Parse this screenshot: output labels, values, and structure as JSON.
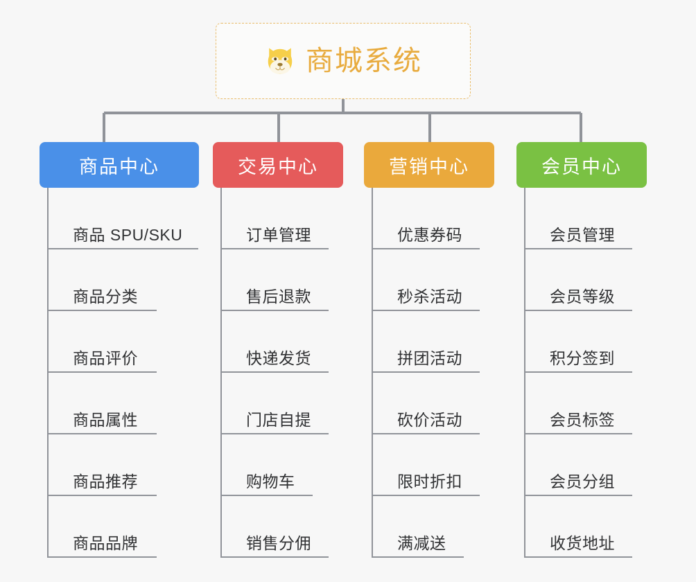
{
  "background_color": "#f7f7f7",
  "root": {
    "title": "商城系统",
    "icon": "dog-face-icon",
    "text_color": "#e8ab3e",
    "border_color": "#e9bc6a",
    "fill_color": "#fbfbfa"
  },
  "connector_color": "#909399",
  "branches": [
    {
      "label": "商品中心",
      "color": "#4a90e8",
      "items": [
        "商品 SPU/SKU",
        "商品分类",
        "商品评价",
        "商品属性",
        "商品推荐",
        "商品品牌"
      ]
    },
    {
      "label": "交易中心",
      "color": "#e55b5b",
      "items": [
        "订单管理",
        "售后退款",
        "快递发货",
        "门店自提",
        "购物车",
        "销售分佣"
      ]
    },
    {
      "label": "营销中心",
      "color": "#eaa93c",
      "items": [
        "优惠券码",
        "秒杀活动",
        "拼团活动",
        "砍价活动",
        "限时折扣",
        "满减送"
      ]
    },
    {
      "label": "会员中心",
      "color": "#7ac143",
      "items": [
        "会员管理",
        "会员等级",
        "积分签到",
        "会员标签",
        "会员分组",
        "收货地址"
      ]
    }
  ]
}
